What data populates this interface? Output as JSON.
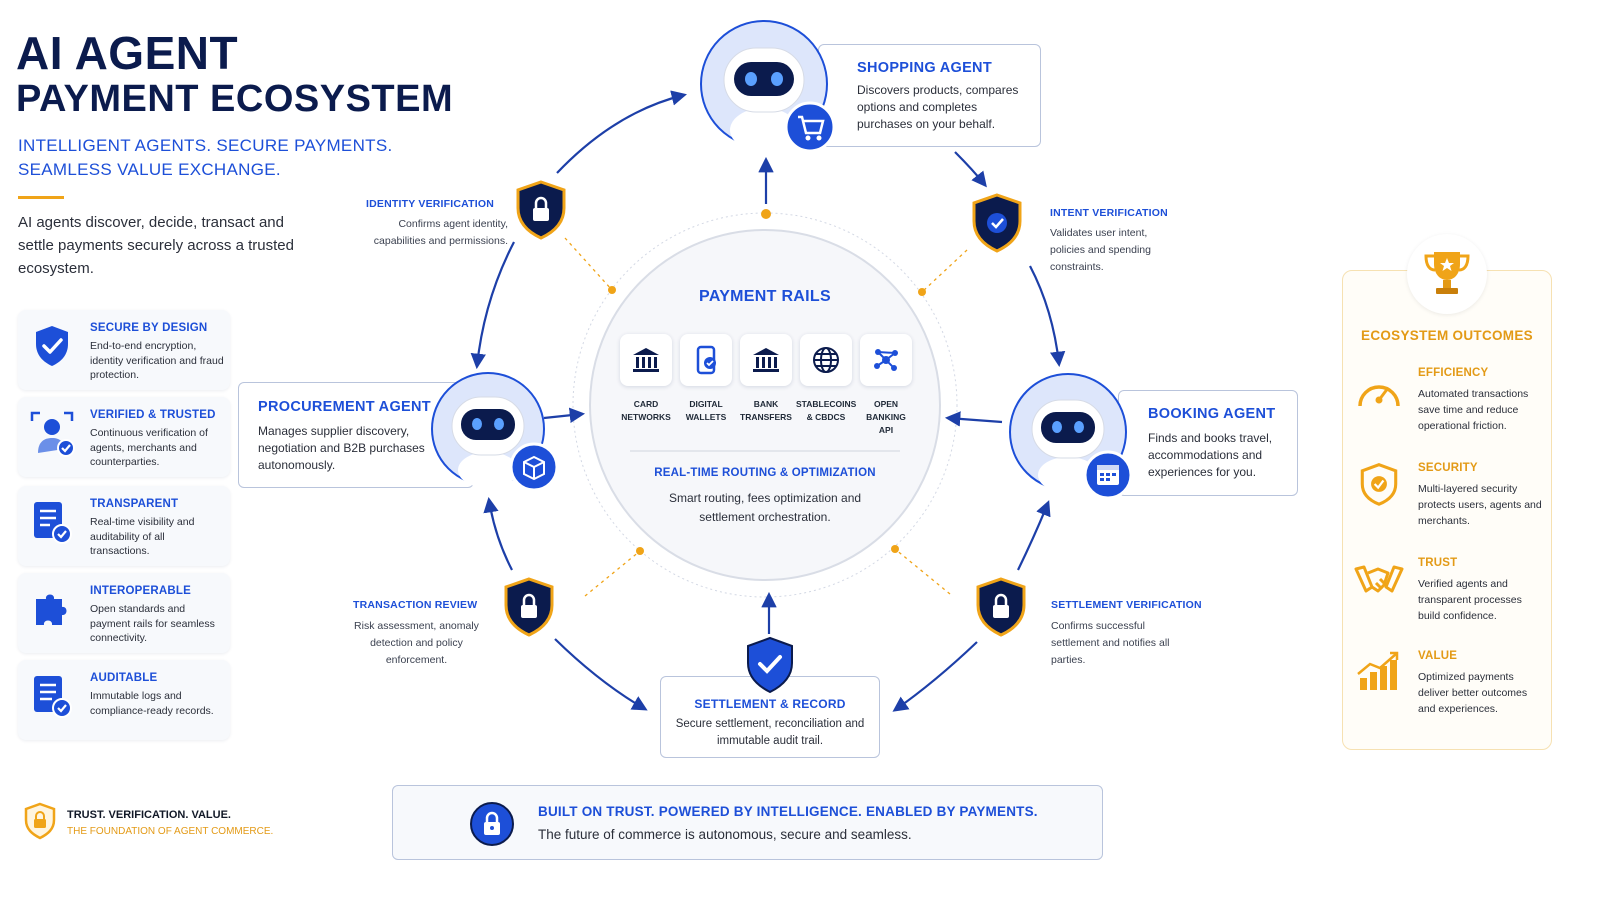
{
  "header": {
    "title_line1": "AI AGENT",
    "title_line2": "PAYMENT ECOSYSTEM",
    "tagline": "INTELLIGENT AGENTS. SECURE PAYMENTS. SEAMLESS VALUE EXCHANGE.",
    "intro": "AI agents discover, decide, transact and settle payments securely across a trusted ecosystem."
  },
  "features": [
    {
      "title": "SECURE BY DESIGN",
      "desc": "End-to-end encryption, identity verification and fraud protection.",
      "icon": "shield-check-icon"
    },
    {
      "title": "VERIFIED & TRUSTED",
      "desc": "Continuous verification of agents, merchants and counterparties.",
      "icon": "verified-user-icon"
    },
    {
      "title": "TRANSPARENT",
      "desc": "Real-time visibility and auditability of all transactions.",
      "icon": "document-check-icon"
    },
    {
      "title": "INTEROPERABLE",
      "desc": "Open standards and payment rails for seamless connectivity.",
      "icon": "puzzle-icon"
    },
    {
      "title": "AUDITABLE",
      "desc": "Immutable logs and compliance-ready records.",
      "icon": "audit-log-icon"
    }
  ],
  "agents": {
    "shopping": {
      "title": "SHOPPING AGENT",
      "desc": "Discovers products, compares options and completes purchases on your behalf.",
      "icon": "cart-icon"
    },
    "procurement": {
      "title": "PROCUREMENT AGENT",
      "desc": "Manages supplier discovery, negotiation and B2B purchases autonomously.",
      "icon": "box-icon"
    },
    "booking": {
      "title": "BOOKING AGENT",
      "desc": "Finds and books travel, accommodations and experiences for you.",
      "icon": "calendar-icon"
    }
  },
  "verifications": {
    "identity": {
      "title": "IDENTITY VERIFICATION",
      "desc": "Confirms agent identity, capabilities and permissions."
    },
    "intent": {
      "title": "INTENT VERIFICATION",
      "desc": "Validates user intent, policies and spending constraints."
    },
    "transaction": {
      "title": "TRANSACTION REVIEW",
      "desc": "Risk assessment, anomaly detection and policy enforcement."
    },
    "settlement": {
      "title": "SETTLEMENT VERIFICATION",
      "desc": "Confirms successful settlement and notifies all parties."
    }
  },
  "rails": {
    "title": "PAYMENT RAILS",
    "items": [
      {
        "label_1": "CARD",
        "label_2": "NETWORKS",
        "icon": "bank-icon"
      },
      {
        "label_1": "DIGITAL",
        "label_2": "WALLETS",
        "icon": "phone-wallet-icon"
      },
      {
        "label_1": "BANK",
        "label_2": "TRANSFERS",
        "icon": "bank-icon"
      },
      {
        "label_1": "STABLECOINS",
        "label_2": "& CBDCS",
        "icon": "globe-icon"
      },
      {
        "label_1": "OPEN BANKING",
        "label_2": "API",
        "icon": "network-icon"
      }
    ],
    "routing_title": "REAL-TIME ROUTING & OPTIMIZATION",
    "routing_desc": "Smart routing, fees optimization and settlement orchestration."
  },
  "settlement": {
    "title": "SETTLEMENT & RECORD",
    "desc": "Secure settlement, reconciliation and immutable audit trail."
  },
  "outcomes": {
    "title": "ECOSYSTEM OUTCOMES",
    "items": [
      {
        "title": "EFFICIENCY",
        "desc": "Automated transactions save time and reduce operational friction.",
        "icon": "gauge-icon"
      },
      {
        "title": "SECURITY",
        "desc": "Multi-layered security protects users, agents and merchants.",
        "icon": "shield-check-icon"
      },
      {
        "title": "TRUST",
        "desc": "Verified agents and transparent processes build confidence.",
        "icon": "handshake-icon"
      },
      {
        "title": "VALUE",
        "desc": "Optimized payments deliver better outcomes and experiences.",
        "icon": "growth-chart-icon"
      }
    ]
  },
  "footer": {
    "left_title": "TRUST. VERIFICATION. VALUE.",
    "left_sub": "THE FOUNDATION OF AGENT COMMERCE.",
    "banner_title": "BUILT ON TRUST. POWERED BY INTELLIGENCE. ENABLED BY PAYMENTS.",
    "banner_desc": "The future of commerce is autonomous, secure and seamless."
  },
  "colors": {
    "navy": "#0b1b4d",
    "blue": "#1d4fd8",
    "gold": "#f0a418",
    "border": "#b9c4dc"
  }
}
